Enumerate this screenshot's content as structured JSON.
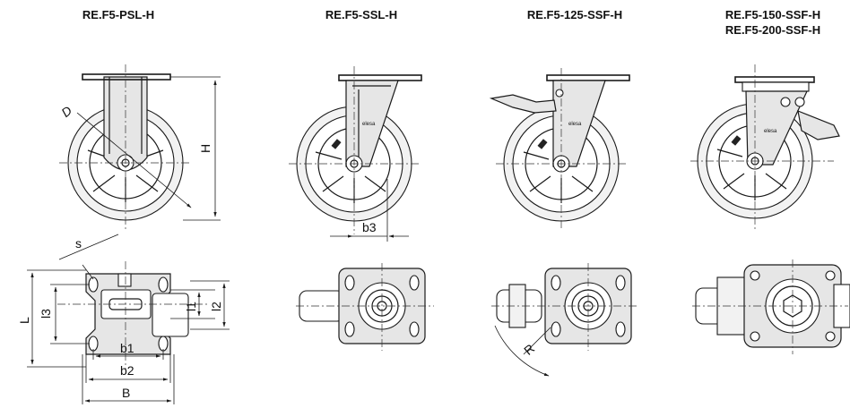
{
  "models": [
    {
      "title": "RE.F5-PSL-H"
    },
    {
      "title": "RE.F5-SSL-H"
    },
    {
      "title": "RE.F5-125-SSF-H"
    },
    {
      "title_line1": "RE.F5-150-SSF-H",
      "title_line2": "RE.F5-200-SSF-H"
    }
  ],
  "dimensions": {
    "D": "D",
    "H": "H",
    "s": "s",
    "L": "L",
    "l3": "l3",
    "l1": "l1",
    "l2": "l2",
    "b1": "b1",
    "b2": "b2",
    "B": "B",
    "b3": "b3",
    "R": "R"
  },
  "brand_mark": "elesa",
  "colors": {
    "line": "#1a1a1a",
    "fill": "#e6e6e6",
    "background": "#ffffff"
  }
}
